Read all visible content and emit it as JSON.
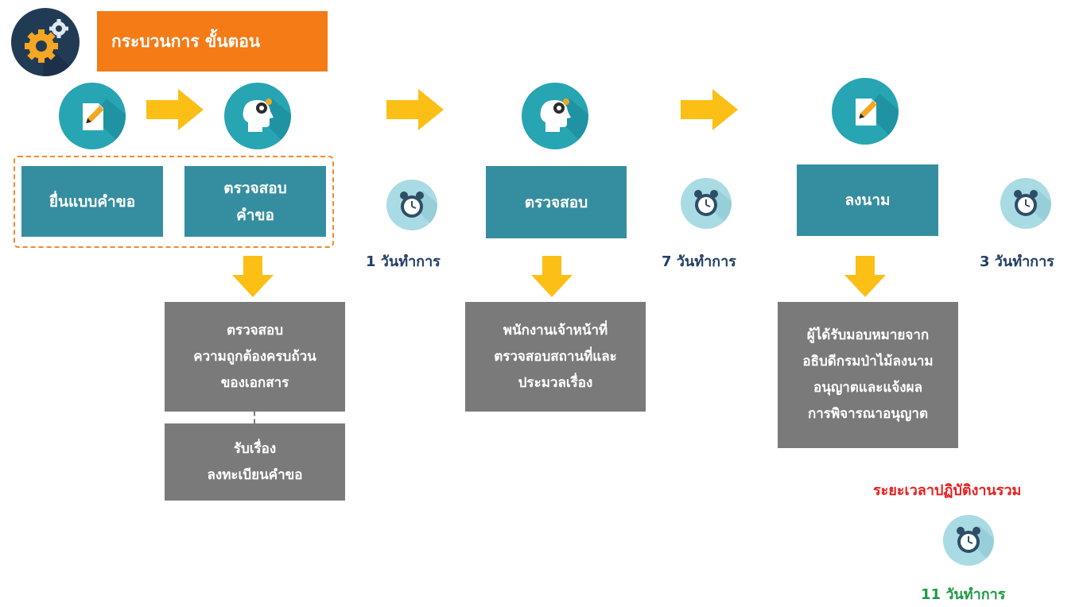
{
  "header": {
    "title": "กระบวนการ ขั้นตอน",
    "icon": "gears-icon"
  },
  "colors": {
    "header_orange": "#f47b16",
    "teal_circle": "#27a5b3",
    "teal_box": "#358ea0",
    "grey_box": "#7a7a7a",
    "arrow_yellow": "#fbbf16",
    "dashed_border": "#f08a2c",
    "clock_bg": "#a9dbe4",
    "days_text": "#233f66",
    "total_label": "#e81f1f",
    "total_days": "#1f9a46"
  },
  "steps": [
    {
      "label": "ยื่นแบบคำขอ",
      "icon": "document-pen-icon"
    },
    {
      "label": "ตรวจสอบ\nคำขอ",
      "icon": "head-gear-icon"
    },
    {
      "label": "ตรวจสอบ",
      "icon": "head-gear-icon"
    },
    {
      "label": "ลงนาม",
      "icon": "document-pen-icon"
    }
  ],
  "details": [
    {
      "text": "ตรวจสอบ\nความถูกต้องครบถ้วน\nของเอกสาร"
    },
    {
      "text": "รับเรื่อง\nลงทะเบียนคำขอ"
    },
    {
      "text": "พนักงานเจ้าหน้าที่\nตรวจสอบสถานที่และ\nประมวลเรื่อง"
    },
    {
      "text": "ผู้ได้รับมอบหมายจาก\nอธิบดีกรมป่าไม้ลงนาม\nอนุญาตและแจ้งผล\nการพิจารณาอนุญาต"
    }
  ],
  "durations": [
    {
      "text": "1 วันทำการ",
      "icon": "alarm-clock-icon"
    },
    {
      "text": "7 วันทำการ",
      "icon": "alarm-clock-icon"
    },
    {
      "text": "3 วันทำการ",
      "icon": "alarm-clock-icon"
    }
  ],
  "total": {
    "label": "ระยะเวลาปฏิบัติงานรวม",
    "days": "11 วันทำการ",
    "icon": "alarm-clock-icon"
  }
}
